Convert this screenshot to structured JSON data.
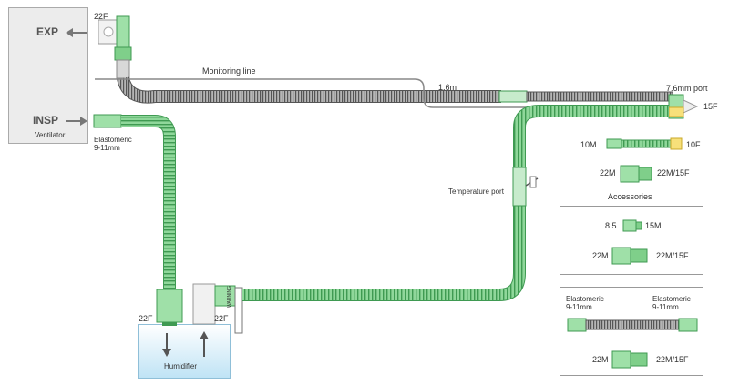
{
  "ventilator": {
    "exp_label": "EXP",
    "insp_label": "INSP",
    "name_label": "Ventilator"
  },
  "labels": {
    "exp_port_size": "22F",
    "monitoring_line": "Monitoring line",
    "length": "1.6m",
    "port_7_6": "7.6mm port",
    "port_15f": "15F",
    "elastomeric_left": "Elastomeric\n9-11mm",
    "temperature_port": "Temperature port",
    "humidifier": "Humidifier",
    "humid_left_22f": "22F",
    "humid_right_22f": "22F",
    "water_trap_text": "WARNING"
  },
  "accessories": {
    "adapter_10m": "10M",
    "adapter_10f": "10F",
    "top_22m": "22M",
    "top_22m15f": "22M/15F",
    "title": "Accessories",
    "box1": {
      "a_left": "8.5",
      "a_right": "15M",
      "b_left": "22M",
      "b_right": "22M/15F"
    },
    "box2": {
      "elast_left": "Elastomeric\n9-11mm",
      "elast_right": "Elastomeric\n9-11mm",
      "b_left": "22M",
      "b_right": "22M/15F"
    }
  },
  "colors": {
    "tube_green": "#7fcf8a",
    "tube_green_dark": "#3f9a52",
    "tube_grey": "#9a9a9a",
    "tube_grey_dark": "#555555",
    "ventilator_fill": "#ececec",
    "humidifier_top": "#ffffff",
    "humidifier_bottom": "#bfe3f5",
    "yellow": "#f7e07a"
  }
}
